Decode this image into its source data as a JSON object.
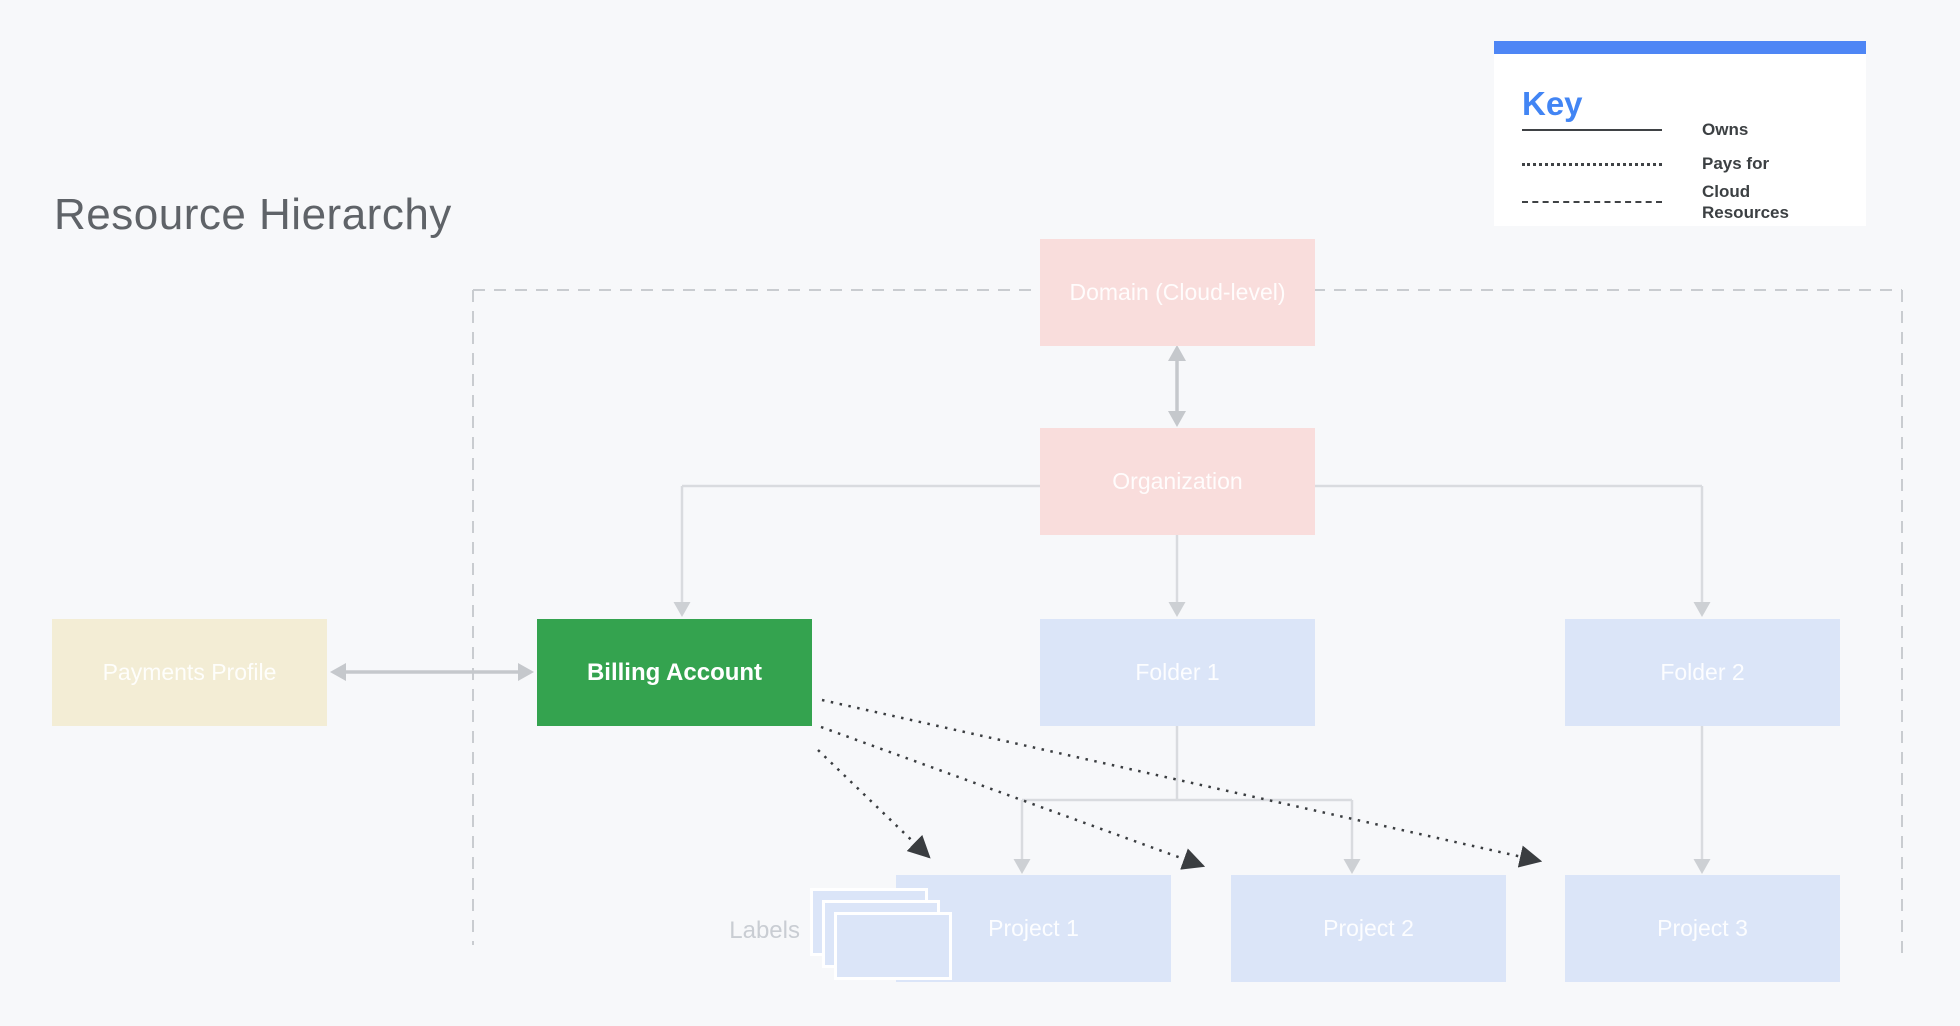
{
  "title": "Resource Hierarchy",
  "key": {
    "title": "Key",
    "items": [
      {
        "line_style": "solid",
        "label": "Owns"
      },
      {
        "line_style": "dotted",
        "label": "Pays for"
      },
      {
        "line_style": "dashed",
        "label": "Cloud Resources"
      }
    ]
  },
  "nodes": {
    "domain": {
      "label": "Domain (Cloud-level)",
      "color_role": "pink"
    },
    "organization": {
      "label": "Organization",
      "color_role": "pink"
    },
    "payments_profile": {
      "label": "Payments Profile",
      "color_role": "cream"
    },
    "billing_account": {
      "label": "Billing Account",
      "color_role": "green"
    },
    "folder1": {
      "label": "Folder 1",
      "color_role": "blue"
    },
    "folder2": {
      "label": "Folder 2",
      "color_role": "blue"
    },
    "project1": {
      "label": "Project 1",
      "color_role": "blue"
    },
    "project2": {
      "label": "Project 2",
      "color_role": "blue"
    },
    "project3": {
      "label": "Project 3",
      "color_role": "blue"
    }
  },
  "annotations": {
    "labels": "Labels"
  },
  "edges": [
    {
      "from": "Domain (Cloud-level)",
      "to": "Organization",
      "type": "owns",
      "bidirectional": true
    },
    {
      "from": "Payments Profile",
      "to": "Billing Account",
      "type": "owns",
      "bidirectional": true
    },
    {
      "from": "Organization",
      "to": "Billing Account",
      "type": "owns"
    },
    {
      "from": "Organization",
      "to": "Folder 1",
      "type": "owns"
    },
    {
      "from": "Organization",
      "to": "Folder 2",
      "type": "owns"
    },
    {
      "from": "Folder 1",
      "to": "Project 1",
      "type": "owns"
    },
    {
      "from": "Folder 1",
      "to": "Project 2",
      "type": "owns"
    },
    {
      "from": "Folder 2",
      "to": "Project 3",
      "type": "owns"
    },
    {
      "from": "Billing Account",
      "to": "Project 1",
      "type": "pays_for"
    },
    {
      "from": "Billing Account",
      "to": "Project 2",
      "type": "pays_for"
    },
    {
      "from": "Billing Account",
      "to": "Project 3",
      "type": "pays_for"
    }
  ],
  "colors": {
    "bg": "#f7f8fa",
    "accent_blue": "#4e86f5",
    "key_text_blue": "#4285f4",
    "green": "#34a34f",
    "pink": "#f9dddc",
    "blue": "#dbe5f8",
    "cream": "#f3edd5",
    "connector_gray": "#d9dbdf",
    "dark_line": "#3a3d40"
  }
}
